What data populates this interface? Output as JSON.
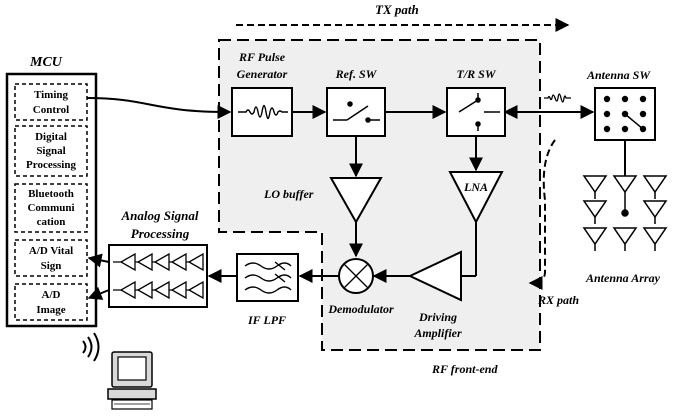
{
  "labels": {
    "tx_path": "TX path",
    "rx_path": "RX path",
    "mcu": "MCU",
    "rf_pulse_generator": [
      "RF Pulse",
      "Generator"
    ],
    "ref_sw": "Ref. SW",
    "tr_sw": "T/R SW",
    "antenna_sw": "Antenna SW",
    "lo_buffer": "LO buffer",
    "lna": "LNA",
    "antenna_array": "Antenna Array",
    "analog_signal_processing": [
      "Analog Signal",
      "Processing"
    ],
    "if_lpf": "IF LPF",
    "demodulator": "Demodulator",
    "driving_amplifier": [
      "Driving",
      "Amplifier"
    ],
    "rf_front_end": "RF front-end"
  },
  "mcu_blocks": [
    [
      "Timing",
      "Control"
    ],
    [
      "Digital",
      "Signal",
      "Processing"
    ],
    [
      "Bluetooth",
      "Communi",
      "cation"
    ],
    [
      "A/D Vital",
      "Sign"
    ],
    [
      "A/D",
      "Image"
    ]
  ]
}
